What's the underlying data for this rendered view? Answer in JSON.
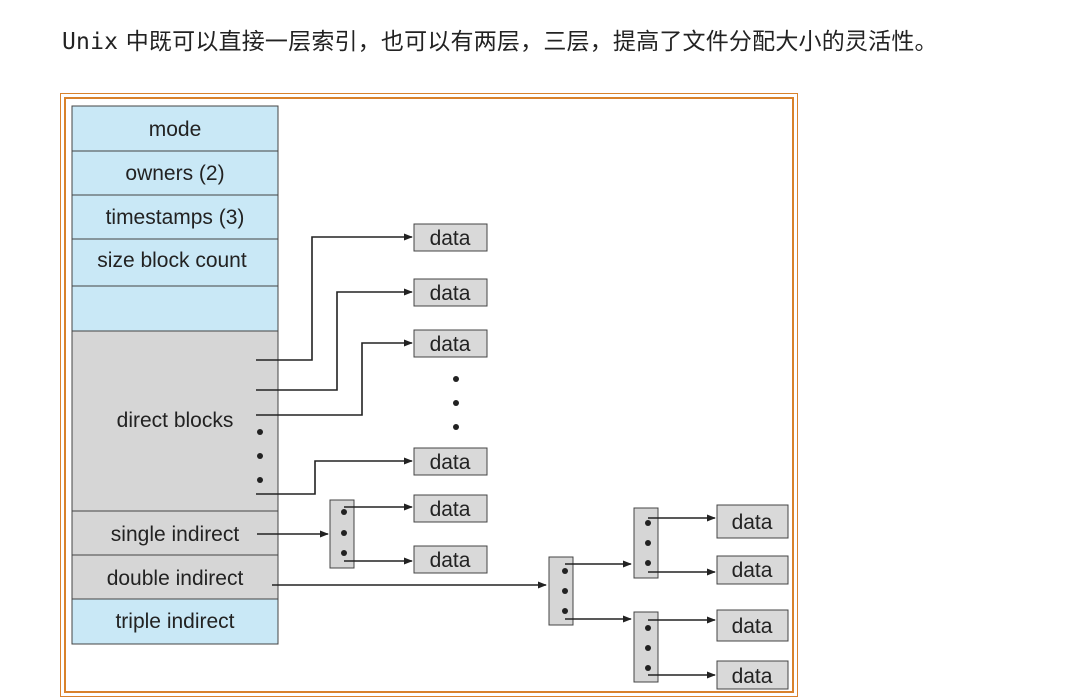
{
  "paragraph": {
    "code": "Unix",
    "text": " 中既可以直接一层索引，也可以有两层，三层，提高了文件分配大小的灵活性。"
  },
  "colors": {
    "frame_border": "#d9822b",
    "inode_blue": "#c9e8f6",
    "inode_gray": "#d6d6d6",
    "data_block": "#d9d9d9"
  },
  "inode": {
    "rows": [
      "mode",
      "owners (2)",
      "timestamps (3)",
      "size block count",
      "",
      "direct blocks",
      "single indirect",
      "double indirect",
      "triple indirect"
    ]
  },
  "data_label": "data"
}
